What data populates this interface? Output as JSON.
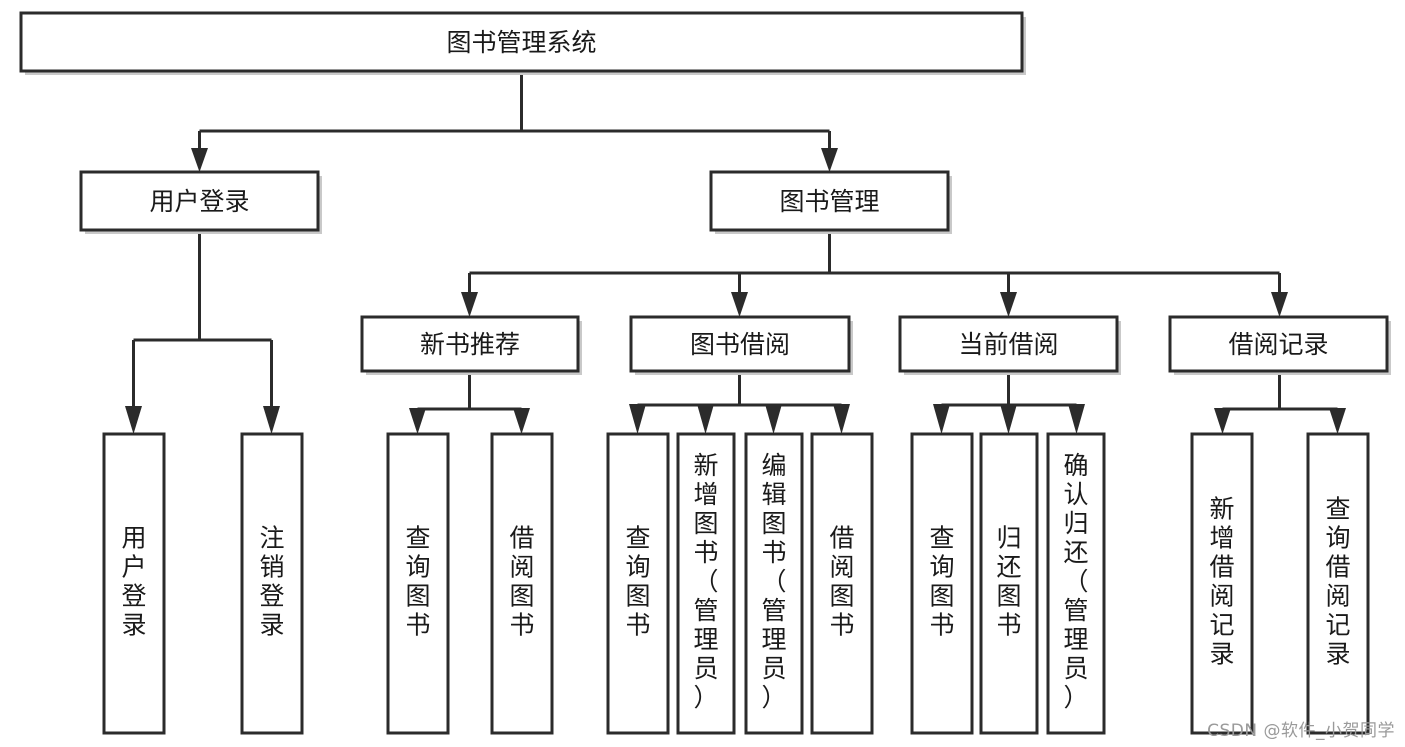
{
  "diagram": {
    "title": "图书管理系统",
    "type": "tree",
    "watermark": "CSDN @软件_小贺同学",
    "colors": {
      "stroke": "#2b2b2b",
      "fill": "#ffffff",
      "text": "#1a1a1a",
      "shadow": "#c9c9c9",
      "watermark": "#9a9a9a"
    },
    "levels": {
      "root": {
        "label": "图书管理系统"
      },
      "level2": [
        {
          "id": "user-login",
          "label": "用户登录"
        },
        {
          "id": "book-management",
          "label": "图书管理"
        }
      ],
      "level3": [
        {
          "id": "new-book-recommend",
          "label": "新书推荐",
          "parent": "book-management"
        },
        {
          "id": "book-borrow",
          "label": "图书借阅",
          "parent": "book-management"
        },
        {
          "id": "current-borrow",
          "label": "当前借阅",
          "parent": "book-management"
        },
        {
          "id": "borrow-record",
          "label": "借阅记录",
          "parent": "book-management"
        }
      ],
      "leaves": {
        "user-login": [
          {
            "id": "leaf-user-login",
            "label": "用户登录"
          },
          {
            "id": "leaf-logout-login",
            "label": "注销登录"
          }
        ],
        "new-book-recommend": [
          {
            "id": "leaf-query-book-1",
            "label": "查询图书"
          },
          {
            "id": "leaf-borrow-book-1",
            "label": "借阅图书"
          }
        ],
        "book-borrow": [
          {
            "id": "leaf-query-book-2",
            "label": "查询图书"
          },
          {
            "id": "leaf-add-book",
            "label": "新增图书（管理员）"
          },
          {
            "id": "leaf-edit-book",
            "label": "编辑图书（管理员）"
          },
          {
            "id": "leaf-borrow-book-2",
            "label": "借阅图书"
          }
        ],
        "current-borrow": [
          {
            "id": "leaf-query-book-3",
            "label": "查询图书"
          },
          {
            "id": "leaf-return-book",
            "label": "归还图书"
          },
          {
            "id": "leaf-confirm-return",
            "label": "确认归还（管理员）"
          }
        ],
        "borrow-record": [
          {
            "id": "leaf-add-record",
            "label": "新增借阅记录"
          },
          {
            "id": "leaf-query-record",
            "label": "查询借阅记录"
          }
        ]
      }
    }
  }
}
